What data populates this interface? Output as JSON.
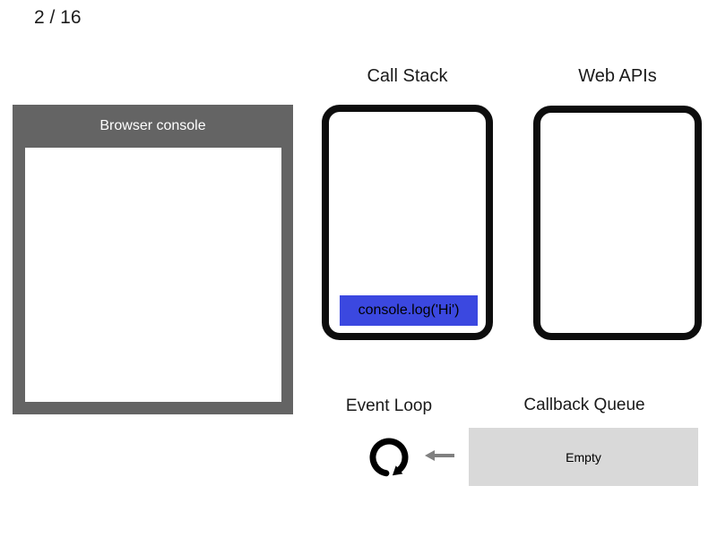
{
  "page": {
    "step_counter": "2 / 16",
    "background_color": "#ffffff"
  },
  "browser_console": {
    "title": "Browser console",
    "frame_color": "#646464",
    "title_color": "#ffffff",
    "log_lines": []
  },
  "call_stack": {
    "title": "Call Stack",
    "border_color": "#0d0d0d",
    "frames": [
      {
        "label": "console.log('Hi')",
        "color": "#3b48e0",
        "text_color": "#ffffff"
      }
    ]
  },
  "web_apis": {
    "title": "Web APIs",
    "border_color": "#0d0d0d",
    "items": []
  },
  "event_loop": {
    "title": "Event Loop",
    "icon": "clockwise-loop-arrow",
    "icon_color": "#000000"
  },
  "flow_arrow": {
    "direction": "left",
    "color": "#808080"
  },
  "callback_queue": {
    "title": "Callback Queue",
    "status": "Empty",
    "box_color": "#d9d9d9",
    "text_color": "#111111"
  }
}
